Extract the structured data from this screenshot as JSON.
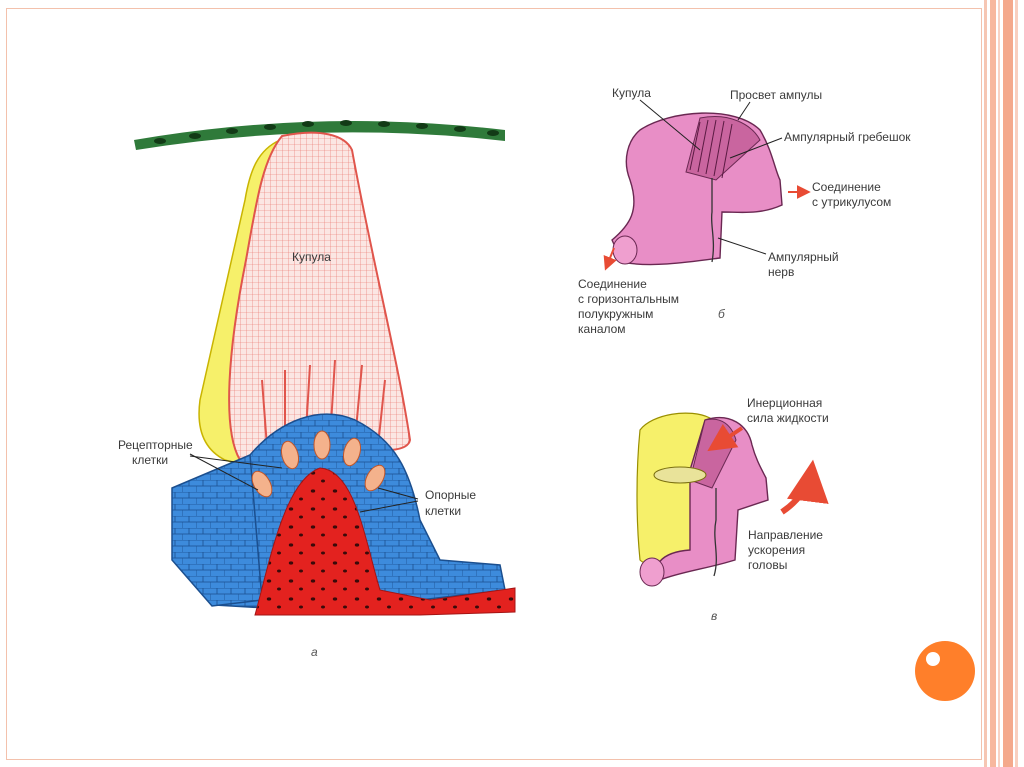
{
  "colors": {
    "frame": "#f3c1ac",
    "accent": "#ff7f2a",
    "cupula_fill": "#fbe3e0",
    "cupula_line": "#e0554c",
    "yellow": "#f6f06a",
    "receptor_blue": "#3d8bdc",
    "crest_red": "#e3221f",
    "epithelium_green": "#2f7a3a",
    "ampulla_pink": "#e88ec6",
    "arrow_red": "#e84b34"
  },
  "panel_a": {
    "cupula": "Купула",
    "receptor_cells": [
      "Рецепторные",
      "клетки"
    ],
    "support_cells": [
      "Опорные",
      "клетки"
    ],
    "letter": "а"
  },
  "panel_b": {
    "cupula": "Купула",
    "ampulla_lumen": "Просвет ампулы",
    "ampullary_crest": "Ампулярный гребешок",
    "utricle_connection": [
      "Соединение",
      "с утрикулусом"
    ],
    "ampullary_nerve": [
      "Ампулярный",
      "нерв"
    ],
    "canal_connection": [
      "Соединение",
      "с горизонтальным",
      "полукружным",
      "каналом"
    ],
    "letter": "б"
  },
  "panel_c": {
    "inertial_force": [
      "Инерционная",
      "сила жидкости"
    ],
    "head_acceleration": [
      "Направление",
      "ускорения",
      "головы"
    ],
    "letter": "в"
  },
  "nav": {
    "icon": "circle-notch-icon"
  }
}
